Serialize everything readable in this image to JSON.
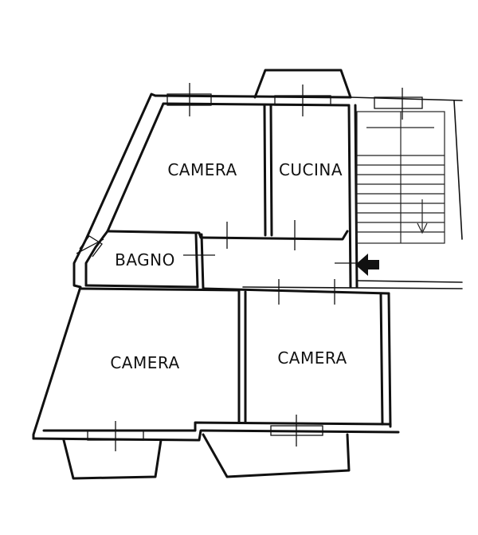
{
  "rooms": {
    "camera_top": "CAMERA",
    "cucina": "CUCINA",
    "bagno": "BAGNO",
    "camera_bottom_left": "CAMERA",
    "camera_bottom_right": "CAMERA"
  }
}
